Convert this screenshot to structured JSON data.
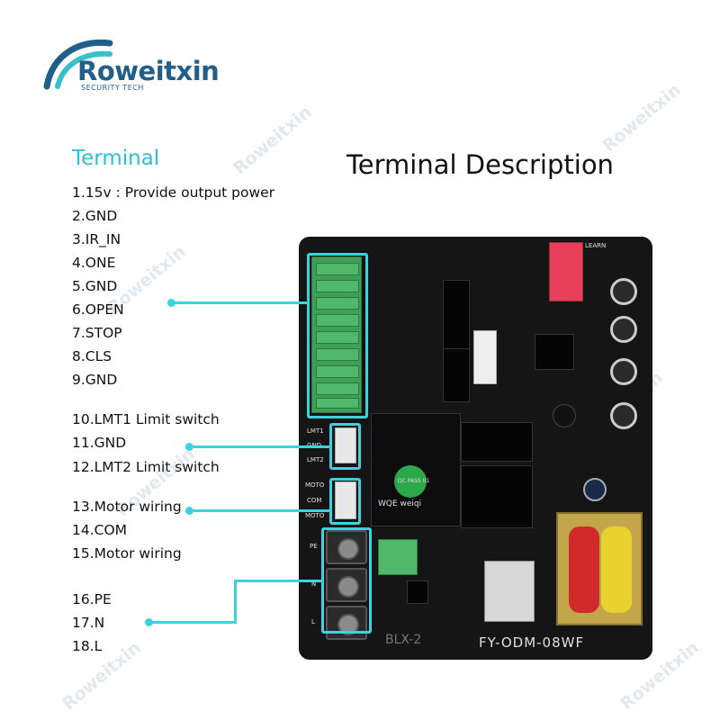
{
  "brand": {
    "name": "Roweitxin",
    "tagline": "SECURITY TECH"
  },
  "watermark": "Roweitxin",
  "section_label": "Terminal",
  "title": "Terminal Description",
  "terminals": [
    "1.15v : Provide output power",
    "2.GND",
    "3.IR_IN",
    "4.ONE",
    "5.GND",
    "6.OPEN",
    "7.STOP",
    "8.CLS",
    "9.GND",
    "10.LMT1  Limit switch",
    "11.GND",
    "12.LMT2  Limit switch",
    "13.Motor wiring",
    "14.COM",
    "15.Motor wiring",
    "16.PE",
    "17.N",
    "18.L"
  ],
  "board": {
    "limit_labels": [
      "LMT1",
      "GND",
      "LMT2"
    ],
    "motor_labels": [
      "MOTO",
      "COM",
      "MOTO"
    ],
    "power_labels": [
      "PE",
      "N",
      "L"
    ],
    "model": "FY-ODM-08WF",
    "relay_brand": "WQE weiqi",
    "qc_badge": "QC PASS 01",
    "footer_mark": "BLX-2",
    "learn_label": "LEARN"
  },
  "colors": {
    "accent": "#3ed2de",
    "brand": "#1f5f8a",
    "board": "#151515",
    "terminal_green": "#4fb86b"
  }
}
